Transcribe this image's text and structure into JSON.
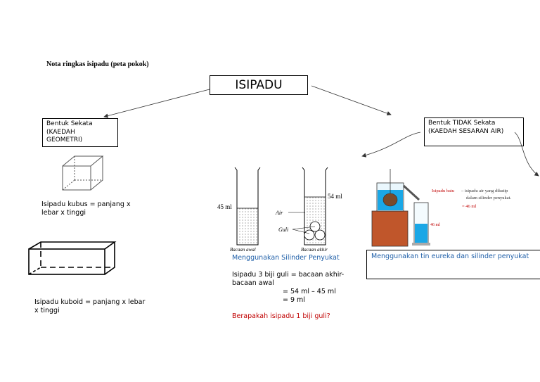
{
  "doc_title": "Nota ringkas isipadu (peta pokok)",
  "main_title": "ISIPADU",
  "left_box": {
    "line1": "Bentuk Sekata",
    "line2": "(KAEDAH",
    "line3": "GEOMETRI)"
  },
  "right_box": {
    "line1": "Bentuk TIDAK Sekata",
    "line2": "(KAEDAH SESARAN AIR)"
  },
  "cube_formula": {
    "line1": "Isipadu kubus = panjang x",
    "line2": "lebar x tinggi"
  },
  "cuboid_formula": {
    "line1": "Isipadu kuboid = panjang x lebar",
    "line2": "x tinggi"
  },
  "cylinder": {
    "label_45": "45 ml",
    "label_54": "54 ml",
    "label_air": "Air",
    "label_guli": "Guli",
    "label_awal": "Bacaan awal",
    "label_akhir": "Bacaan akhir"
  },
  "method_cylinder": "Menggunakan Silinder Penyukat",
  "calc": {
    "line1": "Isipadu 3 biji guli = bacaan akhir-",
    "line2": "bacaan awal",
    "line3": "= 54 ml – 45 ml",
    "line4": "= 9 ml"
  },
  "question": "Berapakah isipadu 1 biji guli?",
  "eureka": {
    "label_red": "Isipadu batu",
    "label_desc1": "– isipadu air yang dikutip",
    "label_desc2": "dalam silinder penyukat.",
    "label_value": "=   46 ml",
    "cyl_value": "46 ml"
  },
  "method_eureka": "Menggunakan tin eureka dan silinder penyukat",
  "colors": {
    "blue_text": "#1f5fa8",
    "red_text": "#c00000",
    "water": "#1aa7e6",
    "block": "#c0562b"
  }
}
